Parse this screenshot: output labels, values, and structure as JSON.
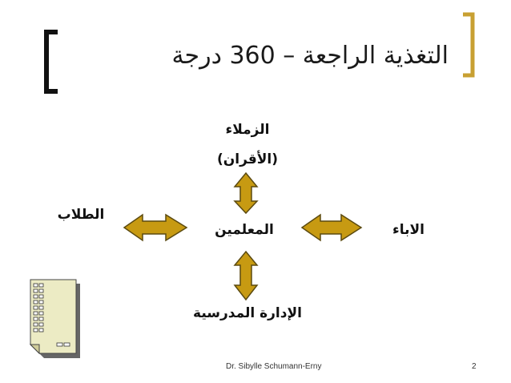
{
  "slide": {
    "title": "التغذية الراجعة – 360 درجة",
    "nodes": {
      "top": "الزملاء",
      "top_sub": "(الأقران)",
      "center": "المعلمين",
      "left": "الطلاب",
      "right": "الاباء",
      "bottom": "الإدارة المدرسية"
    },
    "footer": {
      "author": "Dr. Sibylle Schumann-Erny",
      "page": "2"
    }
  },
  "colors": {
    "arrow_fill": "#c79a12",
    "arrow_stroke": "#5b4a10",
    "bracket_dark": "#111111",
    "bracket_gold": "#c8a032"
  }
}
